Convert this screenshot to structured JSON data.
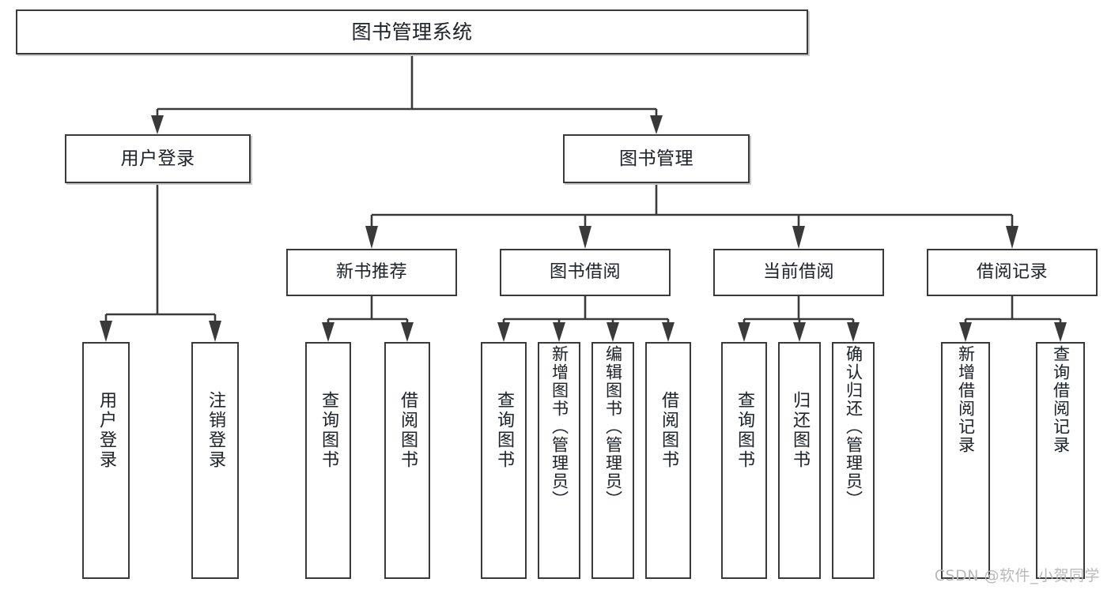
{
  "diagram": {
    "type": "hierarchy-tree",
    "title": "图书管理系统",
    "root": {
      "label": "图书管理系统"
    },
    "level2": [
      {
        "label": "用户登录"
      },
      {
        "label": "图书管理"
      }
    ],
    "level3": [
      {
        "label": "新书推荐"
      },
      {
        "label": "图书借阅"
      },
      {
        "label": "当前借阅"
      },
      {
        "label": "借阅记录"
      }
    ],
    "leaves": {
      "user_login": [
        {
          "label": "用户登录"
        },
        {
          "label": "注销登录"
        }
      ],
      "new_book_rec": [
        {
          "label": "查询图书"
        },
        {
          "label": "借阅图书"
        }
      ],
      "book_borrow": [
        {
          "label": "查询图书"
        },
        {
          "label": "新增图书（管理员）"
        },
        {
          "label": "编辑图书（管理员）"
        },
        {
          "label": "借阅图书"
        }
      ],
      "current_borrow": [
        {
          "label": "查询图书"
        },
        {
          "label": "归还图书"
        },
        {
          "label": "确认归还（管理员）"
        }
      ],
      "borrow_record": [
        {
          "label": "新增借阅记录"
        },
        {
          "label": "查询借阅记录"
        }
      ]
    }
  },
  "watermark": {
    "text": "CSDN @软件_小贺同学"
  },
  "colors": {
    "stroke": "#3a3a3a",
    "text": "#20262c",
    "background": "#ffffff",
    "watermark": "#b9b9b9"
  }
}
